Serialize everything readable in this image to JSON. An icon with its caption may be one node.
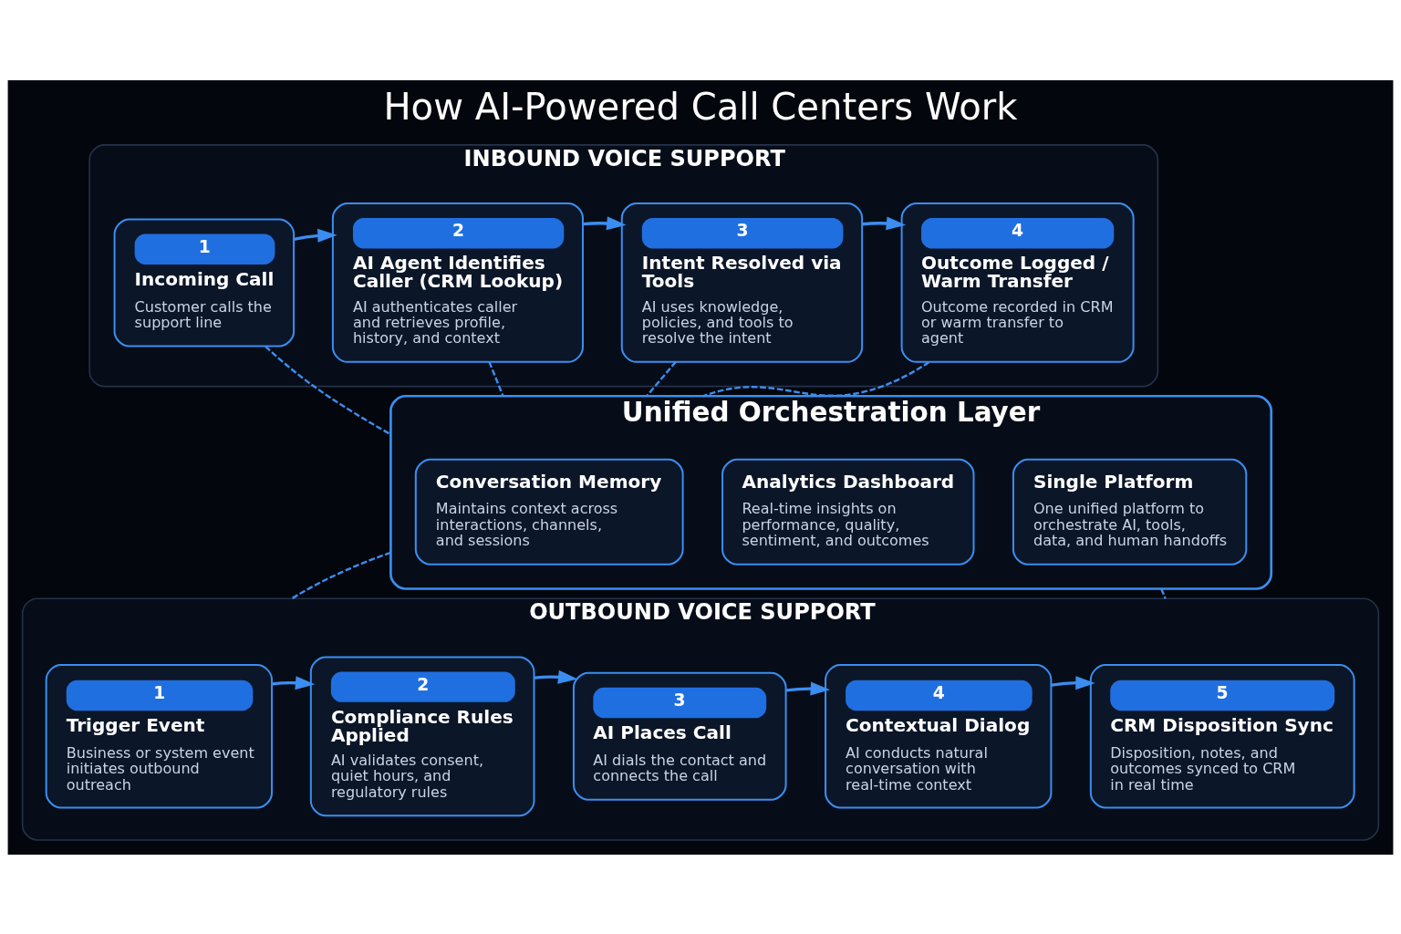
{
  "diagram": {
    "title": "How AI-Powered Call Centers Work",
    "nodes": [
      {
        "text": [
          "INBOUND VOICE SUPPORT"
        ]
      },
      {
        "text": [
          "1",
          "Incoming Call",
          "Customer calls the support line"
        ],
        "in": 0
      },
      {
        "text": [
          "2",
          "AI Agent Identifies Caller (CRM Lookup)",
          "AI authenticates caller and retrieves profile, history, and context"
        ],
        "in": 0
      },
      {
        "text": [
          "3",
          "Intent Resolved via Tools",
          "AI uses knowledge, policies, and tools to resolve the intent"
        ],
        "in": 0
      },
      {
        "text": [
          "4",
          "Outcome Logged / Warm Transfer",
          "Outcome recorded in CRM or warm transfer to agent"
        ],
        "in": 0
      },
      {
        "text": [
          "Unified Orchestration Layer"
        ]
      },
      {
        "text": [
          "Conversation Memory",
          "Maintains context across interactions, channels, and sessions"
        ],
        "in": 5
      },
      {
        "text": [
          "Analytics Dashboard",
          "Real-time insights on performance, quality, sentiment, and outcomes"
        ],
        "in": 5
      },
      {
        "text": [
          "Single Platform",
          "One unified platform to orchestrate AI, tools, data, and human handoffs"
        ],
        "in": 5
      },
      {
        "text": [
          "OUTBOUND VOICE SUPPORT"
        ]
      },
      {
        "text": [
          "1",
          "Trigger Event",
          "Business or system event initiates outbound outreach"
        ],
        "in": 9
      },
      {
        "text": [
          "2",
          "Compliance Rules Applied",
          "AI validates consent, quiet hours, and regulatory rules"
        ],
        "in": 9
      },
      {
        "text": [
          "3",
          "AI Places Call",
          "AI dials the contact and connects the call"
        ],
        "in": 9
      },
      {
        "text": [
          "4",
          "Contextual Dialog",
          "AI conducts natural conversation with real-time context"
        ],
        "in": 9
      },
      {
        "text": [
          "5",
          "CRM Disposition Sync",
          "Disposition, notes, and outcomes synced to CRM in real time"
        ],
        "in": 9
      }
    ],
    "edges": [
      {
        "from": 1,
        "to": 2,
        "arrow": "to"
      },
      {
        "from": 2,
        "to": 3,
        "arrow": "to"
      },
      {
        "from": 3,
        "to": 4,
        "arrow": "to"
      },
      {
        "from": 1,
        "to": 5,
        "arrow": "none",
        "style": "dashed"
      },
      {
        "from": 2,
        "to": 5,
        "arrow": "none",
        "style": "dashed"
      },
      {
        "from": 3,
        "to": 5,
        "arrow": "none",
        "style": "dashed"
      },
      {
        "from": 4,
        "to": 5,
        "arrow": "none",
        "style": "dashed"
      },
      {
        "from": 5,
        "to": 9,
        "arrow": "none",
        "style": "dashed"
      },
      {
        "from": 5,
        "to": 9,
        "arrow": "none",
        "style": "dashed"
      },
      {
        "from": 10,
        "to": 11,
        "arrow": "to"
      },
      {
        "from": 11,
        "to": 12,
        "arrow": "to"
      },
      {
        "from": 12,
        "to": 13,
        "arrow": "to"
      },
      {
        "from": 13,
        "to": 14,
        "arrow": "to"
      }
    ]
  }
}
